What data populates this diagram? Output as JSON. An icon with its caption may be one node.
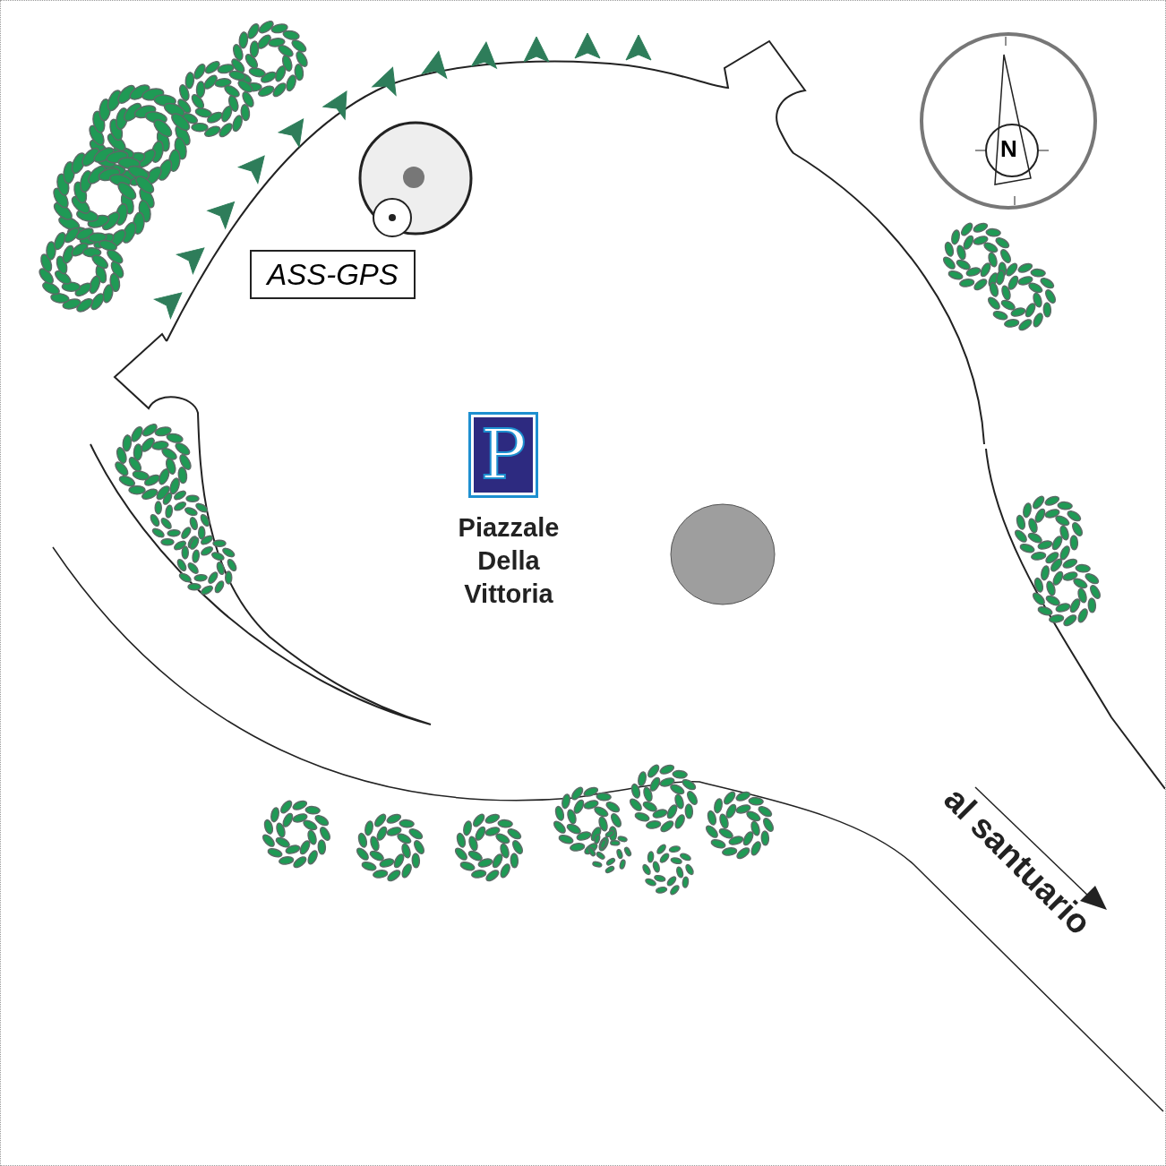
{
  "diagram": {
    "nodes": [
      {
        "text": [
          "ASS-GPS"
        ]
      }
    ],
    "labels": [
      "N",
      "P",
      "Piazzale Della Vittoria",
      "al santuario"
    ]
  }
}
